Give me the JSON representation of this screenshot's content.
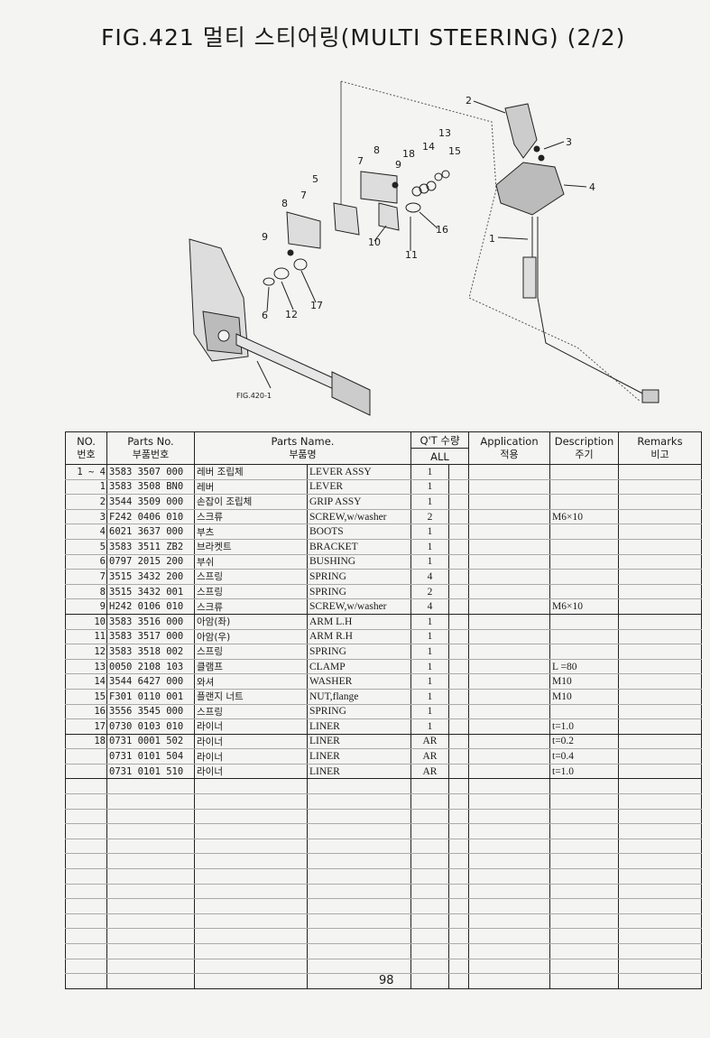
{
  "page": {
    "title": "FIG.421 멀티 스티어링(MULTI STEERING) (2/2)",
    "page_number": "98"
  },
  "diagram": {
    "callouts": [
      "1",
      "2",
      "3",
      "4",
      "5",
      "6",
      "7",
      "7",
      "8",
      "8",
      "9",
      "9",
      "10",
      "11",
      "12",
      "13",
      "14",
      "15",
      "16",
      "17",
      "18"
    ],
    "ref_label": "FIG.420-1"
  },
  "table": {
    "headers": {
      "no_en": "NO.",
      "no_ko": "번호",
      "parts_no_en": "Parts No.",
      "parts_no_ko": "부품번호",
      "parts_name_en": "Parts Name.",
      "parts_name_ko": "부품명",
      "qty_en": "Q'T 수량",
      "qty_all": "ALL",
      "application_en": "Application",
      "application_ko": "적용",
      "description_en": "Description",
      "description_ko": "주기",
      "remarks_en": "Remarks",
      "remarks_ko": "비고"
    },
    "rows": [
      {
        "no": "1 ~ 4",
        "part_no": "3583 3507 000",
        "name_ko": "레버 조립체",
        "name_en": "LEVER ASSY",
        "qty": "1",
        "desc": ""
      },
      {
        "no": "1",
        "part_no": "3583 3508 BN0",
        "name_ko": "레버",
        "name_en": "LEVER",
        "qty": "1",
        "desc": ""
      },
      {
        "no": "2",
        "part_no": "3544 3509 000",
        "name_ko": "손잡이 조립체",
        "name_en": "GRIP ASSY",
        "qty": "1",
        "desc": ""
      },
      {
        "no": "3",
        "part_no": "F242 0406 010",
        "name_ko": "스크류",
        "name_en": "SCREW,w/washer",
        "qty": "2",
        "desc": "M6×10"
      },
      {
        "no": "4",
        "part_no": "6021 3637 000",
        "name_ko": "부츠",
        "name_en": "BOOTS",
        "qty": "1",
        "desc": ""
      },
      {
        "no": "5",
        "part_no": "3583 3511 ZB2",
        "name_ko": "브라켓트",
        "name_en": "BRACKET",
        "qty": "1",
        "desc": ""
      },
      {
        "no": "6",
        "part_no": "0797 2015 200",
        "name_ko": "부쉬",
        "name_en": "BUSHING",
        "qty": "1",
        "desc": ""
      },
      {
        "no": "7",
        "part_no": "3515 3432 200",
        "name_ko": "스프링",
        "name_en": "SPRING",
        "qty": "4",
        "desc": ""
      },
      {
        "no": "8",
        "part_no": "3515 3432 001",
        "name_ko": "스프링",
        "name_en": "SPRING",
        "qty": "2",
        "desc": ""
      },
      {
        "no": "9",
        "part_no": "H242 0106 010",
        "name_ko": "스크류",
        "name_en": "SCREW,w/washer",
        "qty": "4",
        "desc": "M6×10"
      },
      {
        "no": "10",
        "part_no": "3583 3516 000",
        "name_ko": "아암(좌)",
        "name_en": "ARM L.H",
        "qty": "1",
        "desc": ""
      },
      {
        "no": "11",
        "part_no": "3583 3517 000",
        "name_ko": "아암(우)",
        "name_en": "ARM R.H",
        "qty": "1",
        "desc": ""
      },
      {
        "no": "12",
        "part_no": "3583 3518 002",
        "name_ko": "스프링",
        "name_en": "SPRING",
        "qty": "1",
        "desc": ""
      },
      {
        "no": "13",
        "part_no": "0050 2108 103",
        "name_ko": "클램프",
        "name_en": "CLAMP",
        "qty": "1",
        "desc": "L =80"
      },
      {
        "no": "14",
        "part_no": "3544 6427 000",
        "name_ko": "와셔",
        "name_en": "WASHER",
        "qty": "1",
        "desc": "M10"
      },
      {
        "no": "15",
        "part_no": "F301 0110 001",
        "name_ko": "플랜지 너트",
        "name_en": "NUT,flange",
        "qty": "1",
        "desc": "M10"
      },
      {
        "no": "16",
        "part_no": "3556 3545 000",
        "name_ko": "스프링",
        "name_en": "SPRING",
        "qty": "1",
        "desc": ""
      },
      {
        "no": "17",
        "part_no": "0730 0103 010",
        "name_ko": "라이너",
        "name_en": "LINER",
        "qty": "1",
        "desc": "t=1.0"
      },
      {
        "no": "18",
        "part_no": "0731 0001 502",
        "name_ko": "라이너",
        "name_en": "LINER",
        "qty": "AR",
        "desc": "t=0.2"
      },
      {
        "no": "",
        "part_no": "0731 0101 504",
        "name_ko": "라이너",
        "name_en": "LINER",
        "qty": "AR",
        "desc": "t=0.4"
      },
      {
        "no": "",
        "part_no": "0731 0101 510",
        "name_ko": "라이너",
        "name_en": "LINER",
        "qty": "AR",
        "desc": "t=1.0"
      }
    ]
  }
}
